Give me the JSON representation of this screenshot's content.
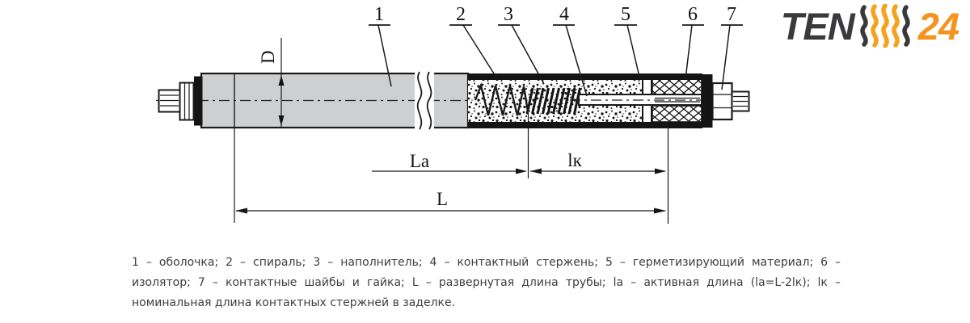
{
  "logo": {
    "ten": "TEN",
    "twenty_four": "24",
    "dark_color": "#3a3a3c",
    "orange_color": "#f6921e"
  },
  "drawing": {
    "callouts": [
      {
        "n": "1"
      },
      {
        "n": "2"
      },
      {
        "n": "3"
      },
      {
        "n": "4"
      },
      {
        "n": "5"
      },
      {
        "n": "6"
      },
      {
        "n": "7"
      }
    ],
    "dimensions": {
      "diameter": "D",
      "active_length": "Lа",
      "contact_length": "lк",
      "total_length": "L"
    }
  },
  "legend": {
    "line1": "1 – оболочка; 2 – спираль; 3 – наполнитель; 4 – контактный стержень; 5 – герметизирующий материал; 6 –",
    "line2": "изолятор; 7 – контактные шайбы и гайка; L – развернутая длина трубы; lа – активная длина (lа=L-2lк); lк –",
    "line3": "номинальная длина контактных стержней в заделке."
  }
}
